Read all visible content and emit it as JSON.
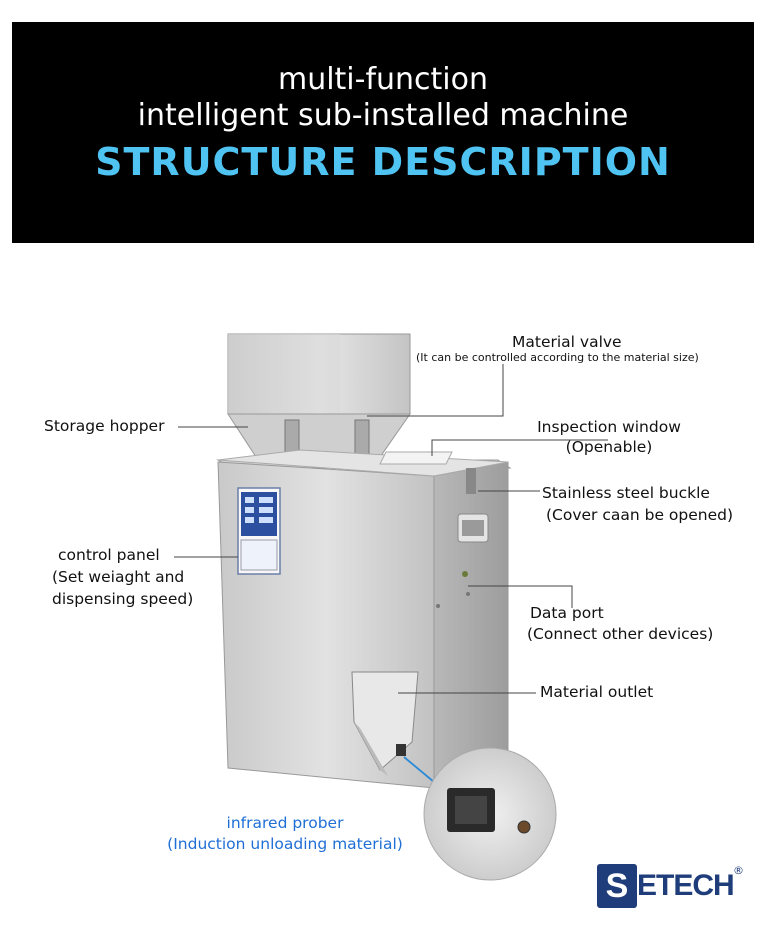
{
  "header": {
    "line1": "multi-function",
    "line2": "intelligent sub-installed machine",
    "line3": "STRUCTURE DESCRIPTION"
  },
  "callouts": {
    "material_valve": {
      "title": "Material valve",
      "note": "(It can be controlled according to the material size)"
    },
    "storage_hopper": {
      "title": "Storage hopper"
    },
    "inspection_window": {
      "title": "Inspection window",
      "note": "(Openable)"
    },
    "buckle": {
      "title": "Stainless steel buckle",
      "note": "(Cover caan be opened)"
    },
    "control_panel": {
      "title": "control panel",
      "note1": "(Set weiaght and",
      "note2": "dispensing speed)"
    },
    "data_port": {
      "title": "Data port",
      "note": "(Connect other devices)"
    },
    "material_outlet": {
      "title": "Material outlet"
    },
    "infrared_prober": {
      "title": "infrared prober",
      "note": "(Induction unloading material)"
    }
  },
  "brand": {
    "initial": "S",
    "rest": "ETECH",
    "reg": "®"
  },
  "colors": {
    "banner_bg": "#000000",
    "accent_blue": "#4fc4f2",
    "brand_navy": "#1f3d7a",
    "prober_blue": "#1f6fd6"
  }
}
